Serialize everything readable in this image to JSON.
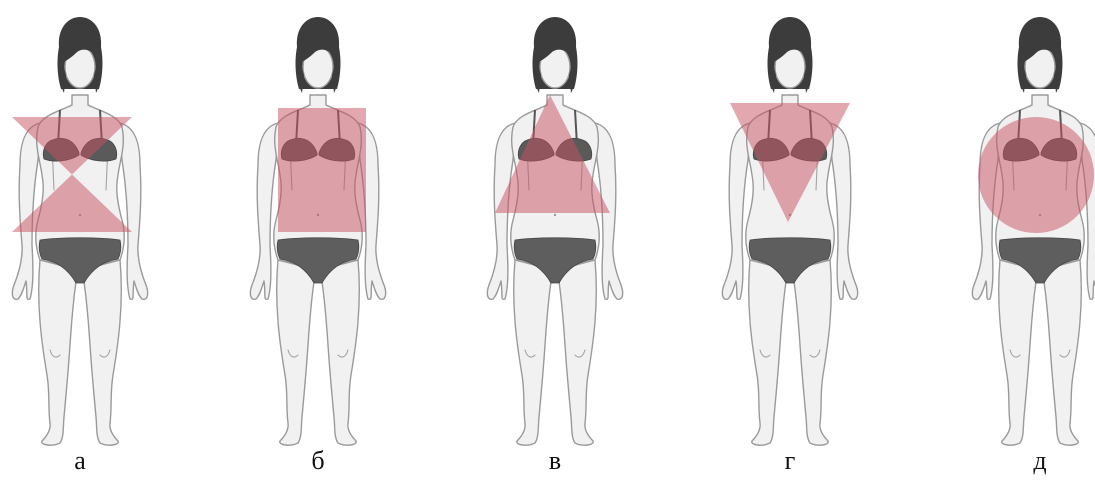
{
  "figures": [
    {
      "label": "а",
      "shape": "hourglass"
    },
    {
      "label": "б",
      "shape": "rectangle"
    },
    {
      "label": "в",
      "shape": "triangle"
    },
    {
      "label": "г",
      "shape": "inverted-triangle"
    },
    {
      "label": "д",
      "shape": "circle"
    }
  ],
  "overlay_color": "#c8525f"
}
